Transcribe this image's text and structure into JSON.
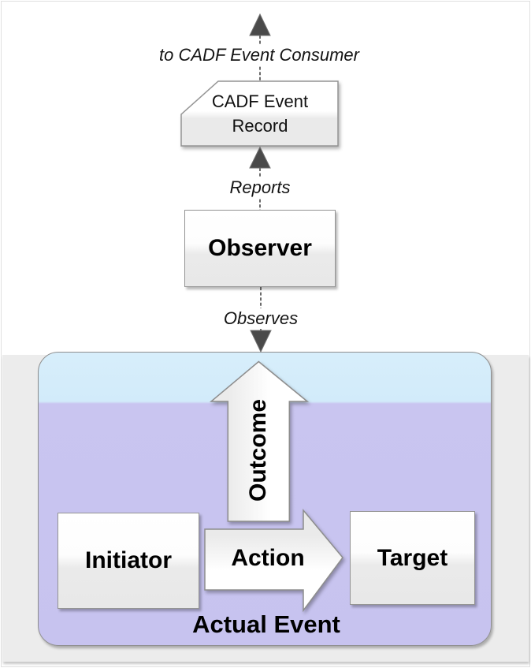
{
  "diagram": {
    "consumer_flow_label": "to CADF Event Consumer",
    "reports_label": "Reports",
    "observes_label": "Observes",
    "record": {
      "line1": "CADF Event",
      "line2": "Record"
    },
    "observer_label": "Observer",
    "outcome_label": "Outcome",
    "initiator_label": "Initiator",
    "action_label": "Action",
    "target_label": "Target",
    "actual_event_label": "Actual Event",
    "colors": {
      "container_header": "#d5edfb",
      "container_body": "#c8c4f0",
      "page_band": "#ececec",
      "node_fill_top": "#ffffff",
      "node_fill_bottom": "#e8e8e8",
      "node_border": "#949494",
      "connector": "#383838"
    }
  }
}
